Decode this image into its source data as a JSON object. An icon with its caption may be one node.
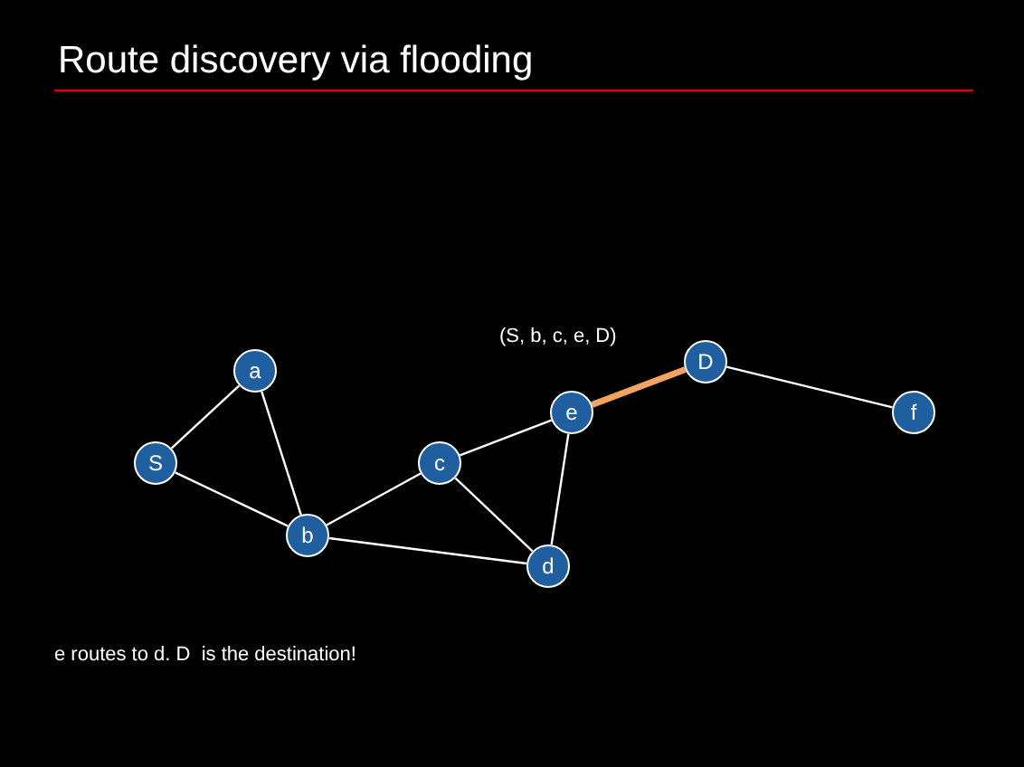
{
  "diagram": {
    "title": "Route discovery via flooding",
    "nodes": [
      {
        "text": [
          "S"
        ]
      },
      {
        "text": [
          "a"
        ]
      },
      {
        "text": [
          "b"
        ]
      },
      {
        "text": [
          "c"
        ]
      },
      {
        "text": [
          "e"
        ]
      },
      {
        "text": [
          "d"
        ]
      },
      {
        "text": [
          "D"
        ]
      },
      {
        "text": [
          "f"
        ]
      }
    ],
    "edges": [
      {
        "from": 0,
        "to": 1,
        "arrow": "none"
      },
      {
        "from": 0,
        "to": 2,
        "arrow": "none"
      },
      {
        "from": 1,
        "to": 2,
        "arrow": "none"
      },
      {
        "from": 2,
        "to": 3,
        "arrow": "none"
      },
      {
        "from": 2,
        "to": 5,
        "arrow": "none"
      },
      {
        "from": 3,
        "to": 4,
        "arrow": "none"
      },
      {
        "from": 3,
        "to": 5,
        "arrow": "none"
      },
      {
        "from": 4,
        "to": 5,
        "arrow": "none"
      },
      {
        "from": 4,
        "to": 6,
        "arrow": "none",
        "style": "thick",
        "color": "#f4a460"
      },
      {
        "from": 6,
        "to": 7,
        "arrow": "none"
      }
    ],
    "labels": [
      "(S, b, c, e, D)",
      "e routes to d. D  is the destination!"
    ]
  }
}
